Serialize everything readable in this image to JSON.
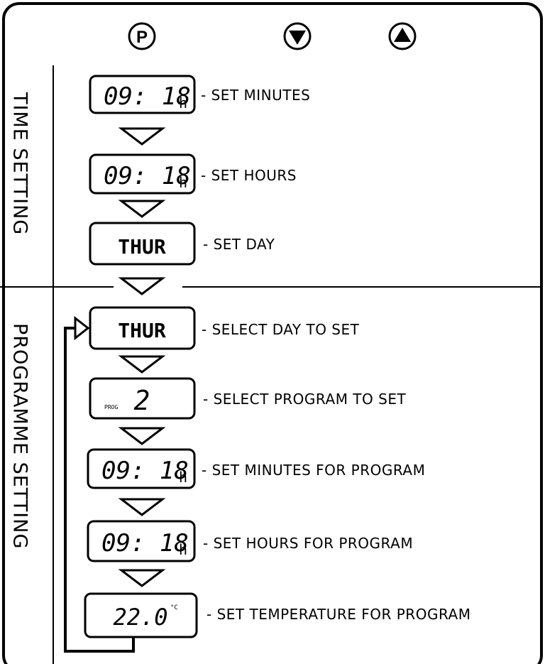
{
  "buttons": {
    "program": "P",
    "down_icon": "down-triangle",
    "up_icon": "up-triangle"
  },
  "sections": {
    "time_setting": "TIME SETTING",
    "programme_setting": "PROGRAMME SETTING"
  },
  "steps": [
    {
      "display": "09: 18",
      "unit": "h",
      "label": "- SET  MINUTES"
    },
    {
      "display": "09: 18",
      "unit": "h",
      "label": "- SET  HOURS"
    },
    {
      "display": "THUR",
      "label": "- SET  DAY"
    },
    {
      "display": "THUR",
      "label": "- SELECT DAY  TO  SET"
    },
    {
      "display_small": "PROG",
      "display": "2",
      "label": "- SELECT  PROGRAM  TO  SET"
    },
    {
      "display": "09: 18",
      "unit": "h",
      "label": "- SET  MINUTES  FOR  PROGRAM"
    },
    {
      "display": "09: 18",
      "unit": "h",
      "label": "- SET  HOURS  FOR  PROGRAM"
    },
    {
      "display": "22.0",
      "unit": "°C",
      "label": "- SET  TEMPERATURE  FOR  PROGRAM"
    }
  ],
  "colors": {
    "ink": "#000000",
    "background": "#ffffff"
  }
}
